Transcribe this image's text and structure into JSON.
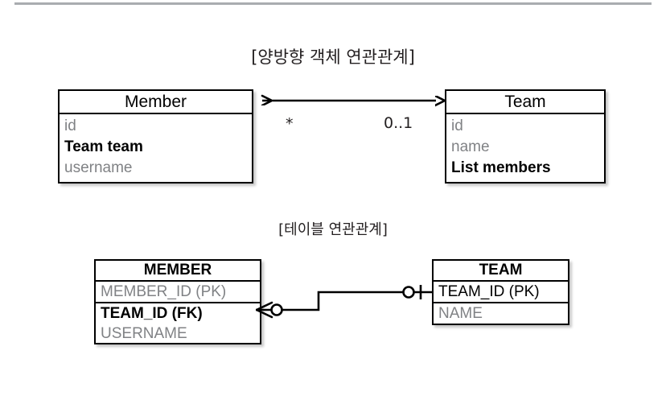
{
  "diagram": {
    "top_rule_color": "#a9acb0",
    "line_color": "#000000",
    "muted_text_color": "#808285",
    "background": "#ffffff"
  },
  "sections": {
    "object_model": {
      "title": "[양방향 객체 연관관계]",
      "entities": [
        {
          "name": "Member",
          "fields": [
            {
              "text": "id",
              "style": "muted"
            },
            {
              "text": "Team team",
              "style": "strong"
            },
            {
              "text": "username",
              "style": "muted"
            }
          ]
        },
        {
          "name": "Team",
          "fields": [
            {
              "text": "id",
              "style": "muted"
            },
            {
              "text": "name",
              "style": "muted"
            },
            {
              "text": "List members",
              "style": "strong"
            }
          ]
        }
      ],
      "association": {
        "kind": "bidirectional-arrow",
        "source_multiplicity": "*",
        "target_multiplicity": "0..1"
      }
    },
    "table_model": {
      "title": "[테이블 연관관계]",
      "tables": [
        {
          "name": "MEMBER",
          "groups": [
            [
              {
                "text": "MEMBER_ID (PK)",
                "style": "muted"
              }
            ],
            [
              {
                "text": "TEAM_ID (FK)",
                "style": "strong"
              },
              {
                "text": "USERNAME",
                "style": "muted"
              }
            ]
          ]
        },
        {
          "name": "TEAM",
          "groups": [
            [
              {
                "text": "TEAM_ID (PK)",
                "style": "plain"
              }
            ],
            [
              {
                "text": "NAME",
                "style": "muted"
              }
            ]
          ]
        }
      ],
      "relationship": {
        "kind": "crows-foot",
        "left_cardinality": "zero-or-many",
        "right_cardinality": "zero-or-one"
      }
    }
  }
}
